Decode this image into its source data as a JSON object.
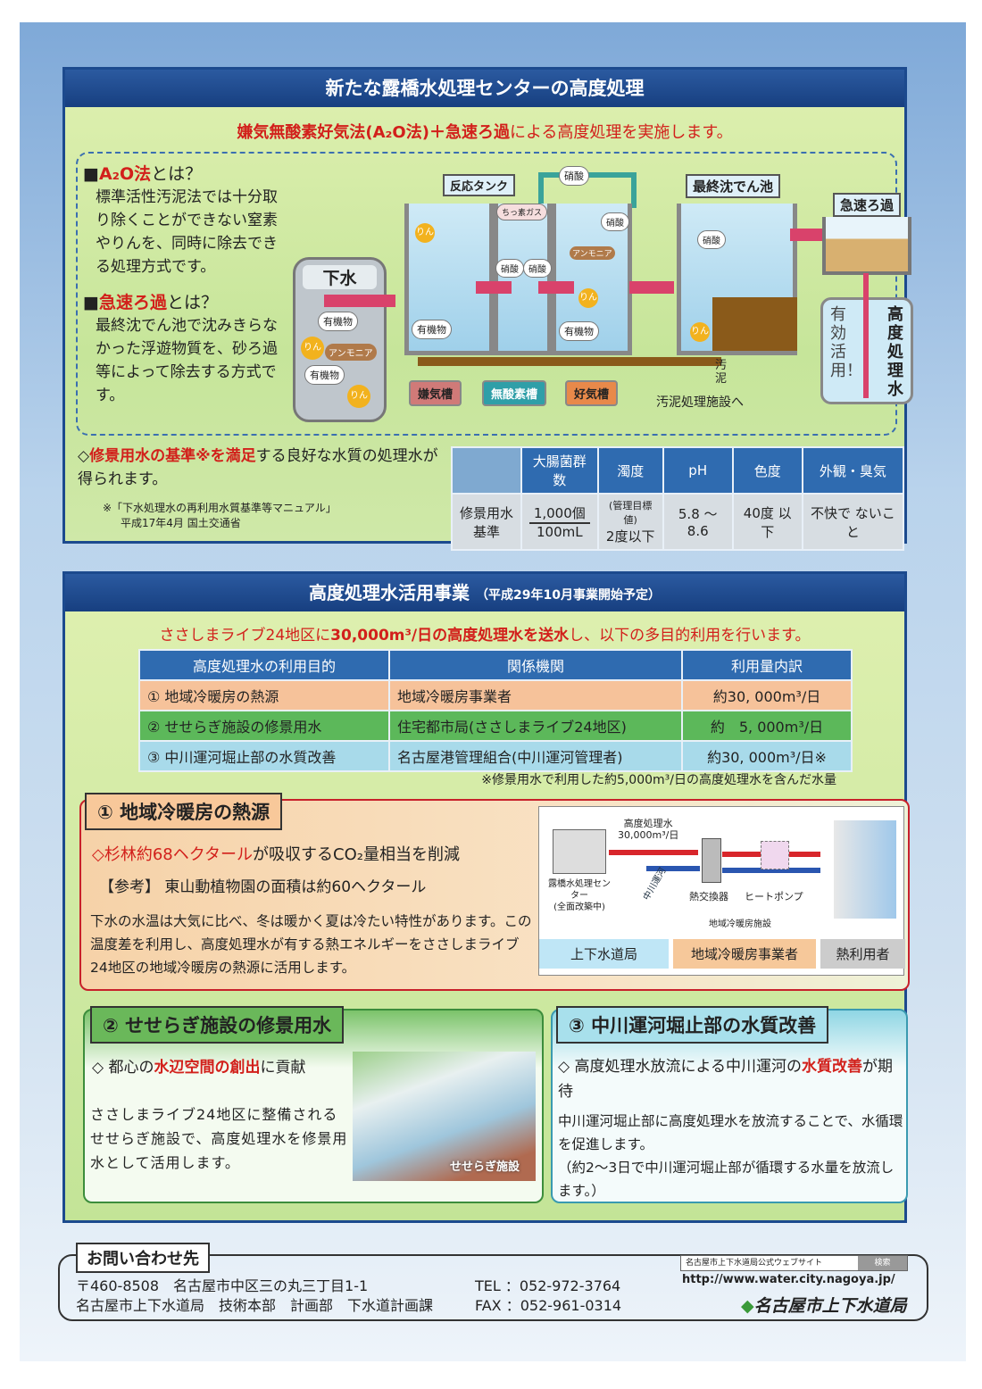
{
  "section1": {
    "title": "新たな露橋水処理センターの高度処理",
    "lead_red": "嫌気無酸素好気法(A₂O法)＋急速ろ過",
    "lead_rest": "による高度処理を実施します。",
    "a2o": {
      "heading_red": "A₂O法",
      "heading_rest": "とは？",
      "body": "標準活性汚泥法では十分取り除くことができない窒素やりんを、同時に除去できる処理方式です。"
    },
    "rapid": {
      "heading_red": "急速ろ過",
      "heading_rest": "とは？",
      "body": "最終沈でん池で沈みきらなかった浮遊物質を、砂ろ過等によって除去する方式です。"
    },
    "diagram": {
      "sewage": "下水",
      "organic1": "有機物",
      "phosphorus1": "りん",
      "ammonia1": "アンモニア",
      "organic2": "有機物",
      "phosphorus2": "りん",
      "reaction_tank": "反応タンク",
      "nitric_pipe": "硝酸",
      "nitrogen_gas": "ちっ素ガス",
      "nitric_a": "硝酸",
      "nitric_b": "硝酸",
      "nitric_c": "硝酸",
      "nitric_d": "硝酸",
      "ammonia2": "アンモニア",
      "phos_a": "りん",
      "phos_b": "りん",
      "phos_c": "りん",
      "organic_a": "有機物",
      "organic_b": "有機物",
      "final_settling": "最終沈でん池",
      "rapid_filter": "急速ろ過",
      "anaerobic": "嫌気槽",
      "anoxic": "無酸素槽",
      "aerobic": "好気槽",
      "sludge": "汚泥",
      "sludge_to": "汚泥処理施設へ",
      "effective_use": "有効活用！",
      "treated_water": "高度処理水"
    },
    "standard_text_red": "修景用水の基準※を満足",
    "standard_text_rest": "する良好な水質の処理水が得られます。",
    "footnote_1": "※「下水処理水の再利用水質基準等マニュアル」",
    "footnote_2": "平成17年4月 国土交通省",
    "quality_table": {
      "headers": [
        "大腸菌群数",
        "濁度",
        "pH",
        "色度",
        "外観・臭気"
      ],
      "row_label": "修景用水基準",
      "coliform_num": "1,000個",
      "coliform_den": "100mL",
      "turbidity_note": "(管理目標値)",
      "turbidity": "2度以下",
      "ph": "5.8 ～8.6",
      "color": "40度 以下",
      "odor": "不快で ないこと"
    }
  },
  "section2": {
    "title": "高度処理水活用事業",
    "subtitle": "（平成29年10月事業開始予定）",
    "lead_1": "ささしまライブ24地区に",
    "lead_red": "30,000m³/日の高度処理水を送水",
    "lead_2": "し、以下の多目的利用を行います。",
    "table": {
      "headers": [
        "高度処理水の利用目的",
        "関係機関",
        "利用量内訳"
      ],
      "rows": [
        [
          "① 地域冷暖房の熱源",
          "地域冷暖房事業者",
          "約30, 000m³/日"
        ],
        [
          "② せせらぎ施設の修景用水",
          "住宅都市局(ささしまライブ24地区)",
          "約　5, 000m³/日"
        ],
        [
          "③ 中川運河堀止部の水質改善",
          "名古屋港管理組合(中川運河管理者)",
          "約30, 000m³/日※"
        ]
      ],
      "note": "※修景用水で利用した約5,000m³/日の高度処理水を含んだ水量"
    },
    "heat": {
      "title": "① 地域冷暖房の熱源",
      "point_red": "◇杉林約68ヘクタール",
      "point_rest": "が吸収するCO₂量相当を削減",
      "ref": "【参考】 東山動植物園の面積は約60ヘクタール",
      "body": "下水の水温は大気に比べ、冬は暖かく夏は冷たい特性があります。この温度差を利用し、高度処理水が有する熱エネルギーをささしまライブ24地区の地域冷暖房の熱源に活用します。",
      "diagram": {
        "flow_label": "高度処理水",
        "flow_amount": "30,000m³/日",
        "plant": "露橋水処理センター",
        "plant_note": "(全面改築中)",
        "canal": "中川運河",
        "exchanger": "熱交換器",
        "heat_pump": "ヒートポンプ",
        "facility": "地域冷暖房施設",
        "bureau": "上下水道局",
        "operator": "地域冷暖房事業者",
        "user": "熱利用者"
      }
    },
    "seseragi": {
      "title": "② せせらぎ施設の修景用水",
      "point_1": "◇ 都心の",
      "point_red": "水辺空間の創出",
      "point_2": "に貢献",
      "body": "ささしまライブ24地区に整備されるせせらぎ施設で、高度処理水を修景用水として活用します。",
      "photo_caption": "せせらぎ施設"
    },
    "canal": {
      "title": "③ 中川運河堀止部の水質改善",
      "point_1": "◇ 高度処理水放流による中川運河の",
      "point_red": "水質改善",
      "point_2": "が期待",
      "body_1": "中川運河堀止部に高度処理水を放流することで、水循環を促進します。",
      "body_2": "（約2～3日で中川運河堀止部が循環する水量を放流します。）"
    }
  },
  "contact": {
    "title": "お問い合わせ先",
    "address": "〒460-8508　名古屋市中区三の丸三丁目1-1",
    "dept": "名古屋市上下水道局　技術本部　計画部　下水道計画課",
    "tel": "TEL ：052-972-3764",
    "fax": "FAX ：052-961-0314",
    "search_text": "名古屋市上下水道局公式ウェブサイト",
    "search_button": "検索",
    "url": "http://www.water.city.nagoya.jp/",
    "logo_text": "名古屋市上下水道局"
  },
  "colors": {
    "navy": "#1c4a8e",
    "red": "#d2201b",
    "green": "#c6e59a"
  }
}
